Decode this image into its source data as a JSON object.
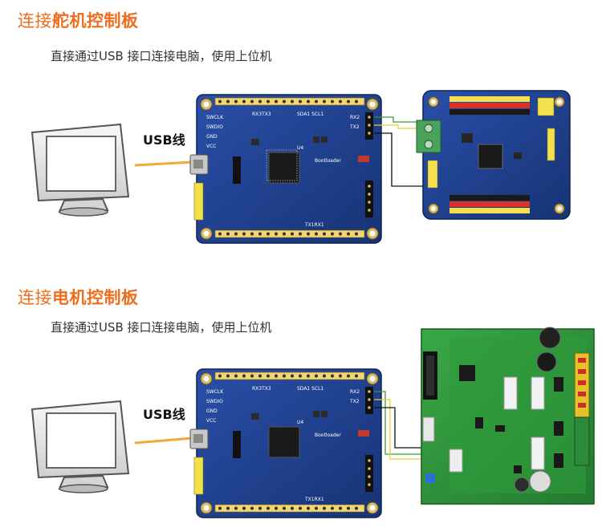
{
  "sections": [
    {
      "title_plain": "连接",
      "title_strong": "舵机控制板",
      "subtitle": "直接通过USB 接口连接电脑，使用上位机",
      "usb_label": "USB线"
    },
    {
      "title_plain": "连接",
      "title_strong": "电机控制板",
      "subtitle": "直接通过USB 接口连接电脑，使用上位机",
      "usb_label": "USB线"
    }
  ],
  "board_labels": {
    "swclk": "SWCLK",
    "swdio": "SWDIO",
    "gnd": "GND",
    "vcc": "VCC",
    "rx2": "RX2",
    "tx2": "TX2",
    "rx3tx3": "RX3TX3",
    "sda1scl1": "SDA1 SCL1",
    "bootloader": "Bootloader",
    "u4": "U4",
    "txrx": "TX1RX1"
  },
  "colors": {
    "accent": "#ef6d1d",
    "board_blue": "#1f3f8f",
    "pcb_green": "#2f9a3c",
    "usb_cable": "#f3a935"
  }
}
